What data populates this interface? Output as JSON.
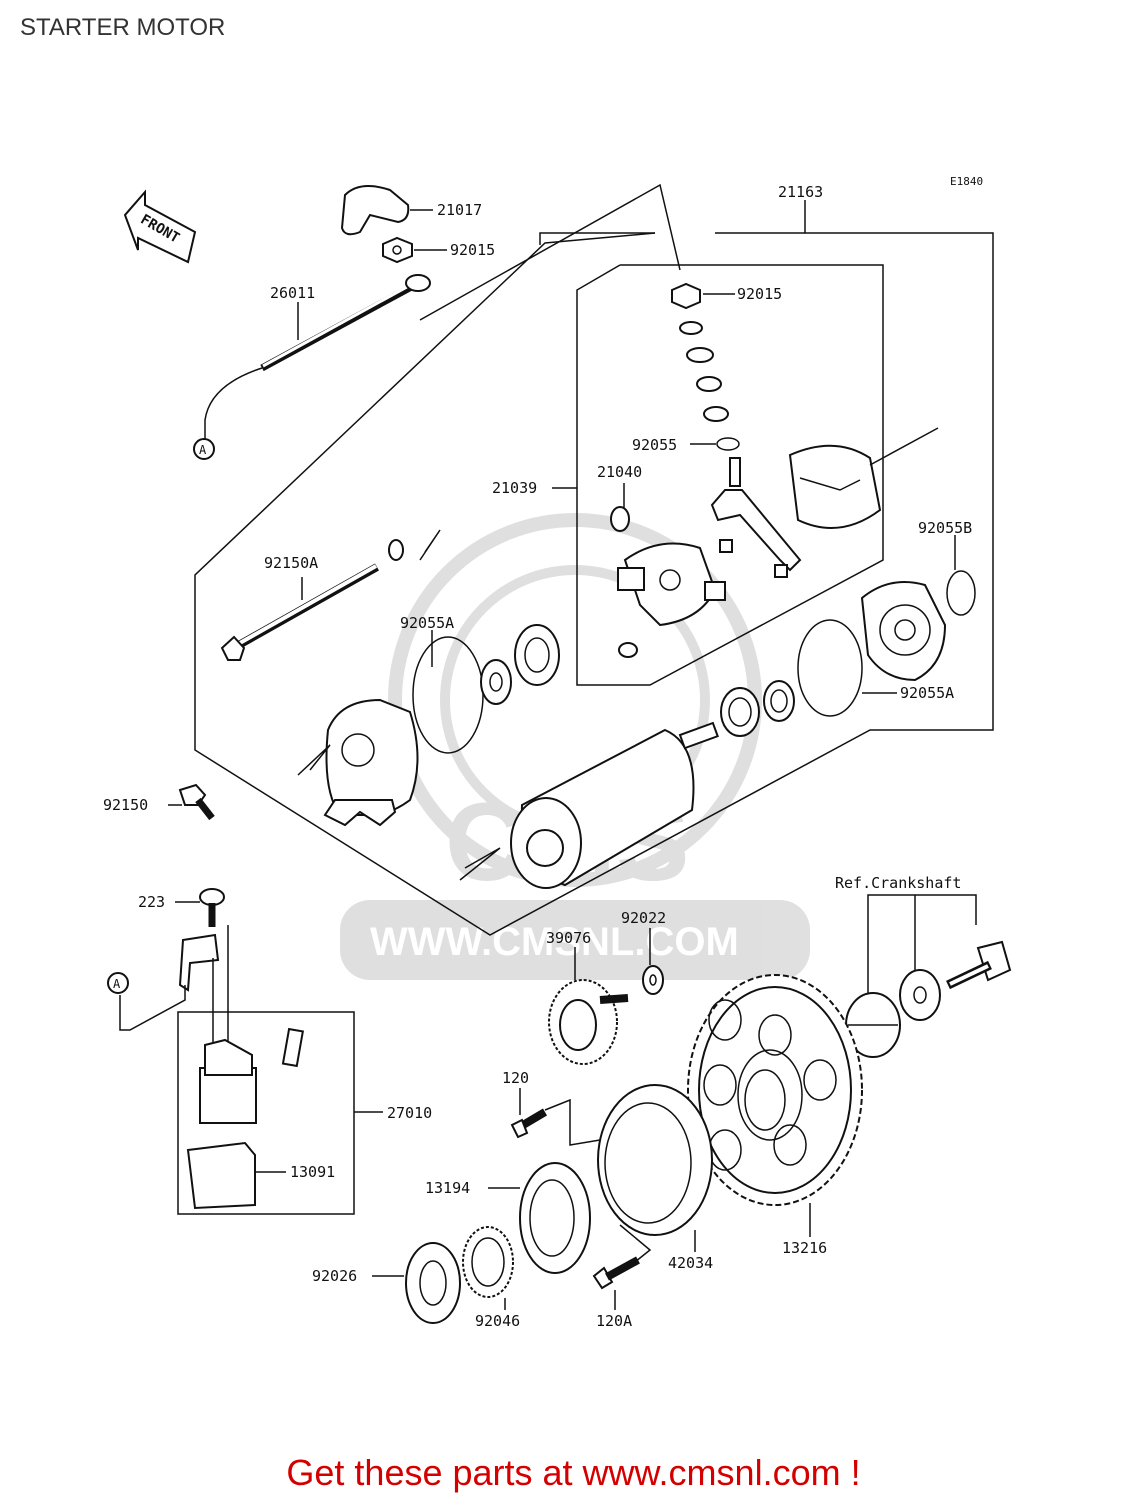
{
  "page": {
    "title": "STARTER MOTOR",
    "diagram_id": "E1840",
    "front_label": "FRONT",
    "ref_label": "Ref.Crankshaft",
    "connector_label": "A",
    "watermark_text": "WWW.CMSNL.COM",
    "watermark_logo": "CMS",
    "footer": "Get these parts at www.cmsnl.com !"
  },
  "part_numbers": {
    "p21017": "21017",
    "p92015a": "92015",
    "p92015b": "92015",
    "p26011": "26011",
    "p21163": "21163",
    "p92055": "92055",
    "p21040": "21040",
    "p21039": "21039",
    "p92055B": "92055B",
    "p92150A": "92150A",
    "p92055A_left": "92055A",
    "p92055A_right": "92055A",
    "p92150": "92150",
    "p223": "223",
    "p92022": "92022",
    "p39076": "39076",
    "p120": "120",
    "p27010": "27010",
    "p13091": "13091",
    "p13194": "13194",
    "p42034": "42034",
    "p13216": "13216",
    "p92026": "92026",
    "p92046": "92046",
    "p120A": "120A"
  }
}
